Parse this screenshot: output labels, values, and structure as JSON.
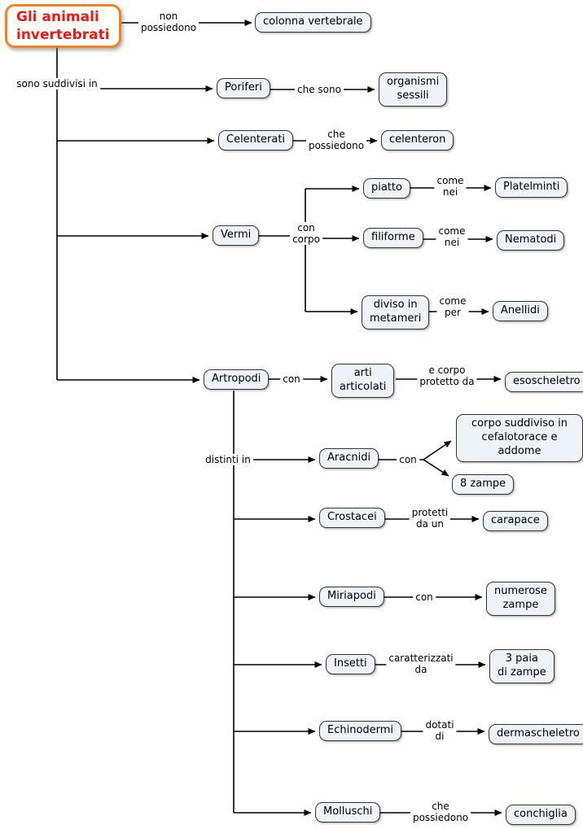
{
  "title": {
    "text": "Gli animali\ninvertebrati"
  },
  "colors": {
    "node_fill": "#edf3f9",
    "node_border": "#333333",
    "title_text": "#ea1a1a",
    "title_border": "#f5821f",
    "connector": "#000000"
  },
  "links": {
    "non_possiedono": "non\npossiedono",
    "sono_suddivisi_in": "sono suddivisi in",
    "che_sono": "che sono",
    "che_possiedono": "che\npossiedono",
    "con_corpo": "con\ncorpo",
    "come_nei_piatto": "come\nnei",
    "come_nei_filiforme": "come\nnei",
    "come_per": "come\nper",
    "con_artropodi": "con",
    "e_corpo_protetto_da": "e corpo\nprotetto da",
    "distinti_in": "distinti in",
    "con_aracnidi": "con",
    "protetti_da_un": "protetti\nda un",
    "con_miriapodi": "con",
    "caratterizzati_da": "caratterizzati\nda",
    "dotati_di": "dotati\ndi",
    "che_possiedono_molluschi": "che\npossiedono"
  },
  "nodes": {
    "colonna_vertebrale": "colonna vertebrale",
    "poriferi": "Poriferi",
    "organismi_sessili": "organismi\nsessili",
    "celenterati": "Celenterati",
    "celenteron": "celenteron",
    "vermi": "Vermi",
    "piatto": "piatto",
    "platelminti": "Platelminti",
    "filiforme": "filiforme",
    "nematodi": "Nematodi",
    "diviso_in_metameri": "diviso in\nmetameri",
    "anellidi": "Anellidi",
    "artropodi": "Artropodi",
    "arti_articolati": "arti\narticolati",
    "esoscheletro": "esoscheletro",
    "aracnidi": "Aracnidi",
    "corpo_suddiviso": "corpo suddiviso in\ncefalotorace e addome",
    "otto_zampe": "8 zampe",
    "crostacei": "Crostacei",
    "carapace": "carapace",
    "miriapodi": "Miriapodi",
    "numerose_zampe": "numerose\nzampe",
    "insetti": "Insetti",
    "tre_paia_di_zampe": "3 paia\ndi zampe",
    "echinodermi": "Echinodermi",
    "dermascheletro": "dermascheletro",
    "molluschi": "Molluschi",
    "conchiglia": "conchiglia"
  }
}
